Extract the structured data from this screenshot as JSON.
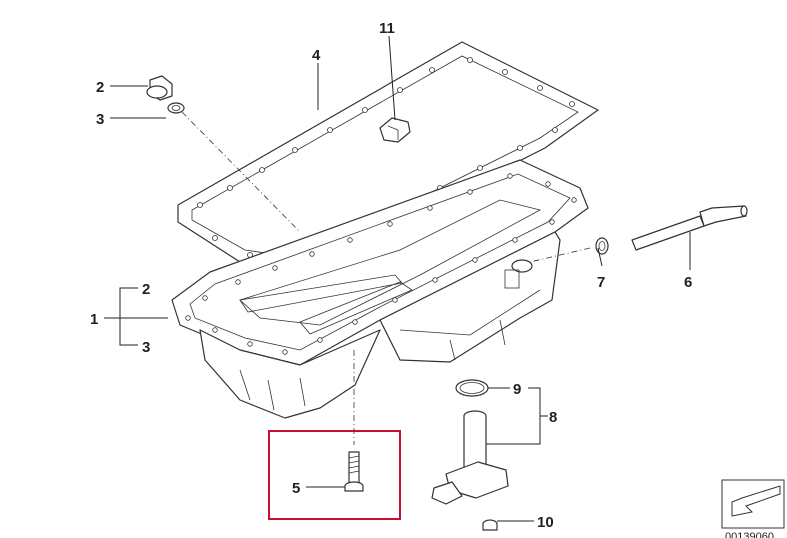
{
  "diagram": {
    "callouts": [
      {
        "id": "c11",
        "label": "11"
      },
      {
        "id": "c4",
        "label": "4"
      },
      {
        "id": "c2a",
        "label": "2"
      },
      {
        "id": "c3a",
        "label": "3"
      },
      {
        "id": "c1",
        "label": "1"
      },
      {
        "id": "c2b",
        "label": "2"
      },
      {
        "id": "c3b",
        "label": "3"
      },
      {
        "id": "c7",
        "label": "7"
      },
      {
        "id": "c6",
        "label": "6"
      },
      {
        "id": "c9",
        "label": "9"
      },
      {
        "id": "c8",
        "label": "8"
      },
      {
        "id": "c5",
        "label": "5"
      },
      {
        "id": "c10",
        "label": "10"
      }
    ],
    "reference_number": "00139060",
    "highlight_color": "#c8102e"
  }
}
